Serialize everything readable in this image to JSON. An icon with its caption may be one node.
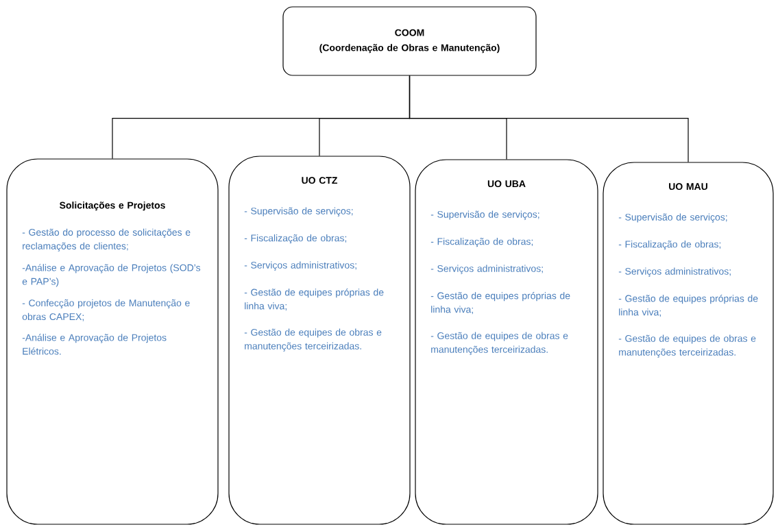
{
  "diagram": {
    "nodes": [
      {
        "text": [
          "COOM",
          "(Coordenação de Obras e Manutenção)"
        ]
      },
      {
        "text": [
          "Solicitações e Projetos",
          "- Gestão do processo de solicitações e reclamações de clientes;",
          "-Análise e Aprovação de Projetos (SOD’s e PAP’s)",
          "- Confecção projetos de Manutenção e obras CAPEX;",
          "-Análise e Aprovação de Projetos Elétricos."
        ]
      },
      {
        "text": [
          "UO CTZ",
          "- Supervisão de serviços;",
          "- Fiscalização de obras;",
          "- Serviços administrativos;",
          "- Gestão de equipes próprias de linha viva;",
          "- Gestão de equipes de obras e manutenções terceirizadas."
        ]
      },
      {
        "text": [
          "UO UBA",
          "- Supervisão de serviços;",
          "- Fiscalização de obras;",
          "- Serviços administrativos;",
          "- Gestão de equipes próprias de linha viva;",
          "- Gestão de equipes de obras e manutenções terceirizadas."
        ]
      },
      {
        "text": [
          "UO MAU",
          "- Supervisão de serviços;",
          "- Fiscalização de obras;",
          "- Serviços administrativos;",
          "- Gestão de equipes próprias de linha viva;",
          "- Gestão de equipes de obras e manutenções terceirizadas."
        ]
      }
    ],
    "edges": [
      {
        "from": 0,
        "to": 1,
        "arrow": "none"
      },
      {
        "from": 0,
        "to": 2,
        "arrow": "none"
      },
      {
        "from": 0,
        "to": 3,
        "arrow": "none"
      },
      {
        "from": 0,
        "to": 4,
        "arrow": "none"
      }
    ]
  }
}
